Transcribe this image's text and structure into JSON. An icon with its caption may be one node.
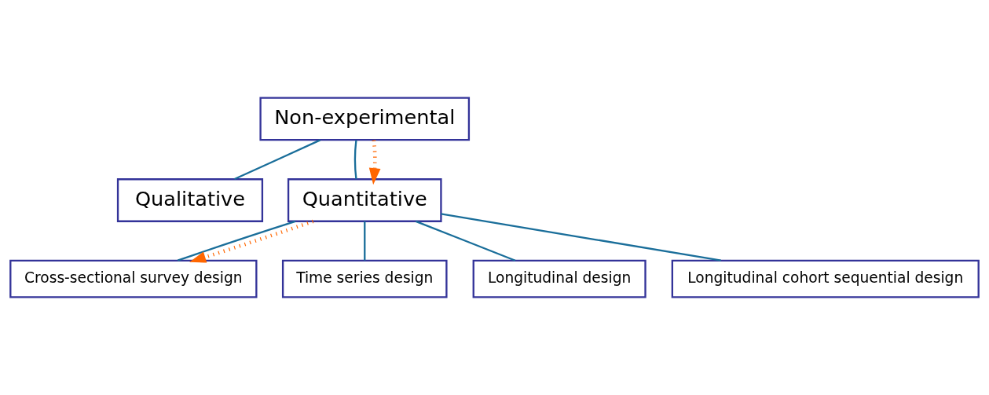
{
  "diagram": {
    "nodes": [
      {
        "text": [
          "Non-experimental"
        ]
      },
      {
        "text": [
          "Qualitative"
        ]
      },
      {
        "text": [
          "Quantitative"
        ]
      },
      {
        "text": [
          "Cross-sectional survey design"
        ]
      },
      {
        "text": [
          "Time series design"
        ]
      },
      {
        "text": [
          "Longitudinal design"
        ]
      },
      {
        "text": [
          "Longitudinal cohort sequential design"
        ]
      }
    ],
    "edges": [
      {
        "from": 0,
        "to": 1,
        "arrow": "none"
      },
      {
        "from": 0,
        "to": 2,
        "arrow": "none"
      },
      {
        "from": 0,
        "to": 2,
        "arrow": "to",
        "style": "dashed",
        "color": "#ff6600"
      },
      {
        "from": 2,
        "to": 3,
        "arrow": "none"
      },
      {
        "from": 2,
        "to": 4,
        "arrow": "none"
      },
      {
        "from": 2,
        "to": 5,
        "arrow": "none"
      },
      {
        "from": 2,
        "to": 6,
        "arrow": "none"
      },
      {
        "from": 2,
        "to": 3,
        "arrow": "to",
        "style": "dashed",
        "color": "#ff6600"
      }
    ]
  }
}
